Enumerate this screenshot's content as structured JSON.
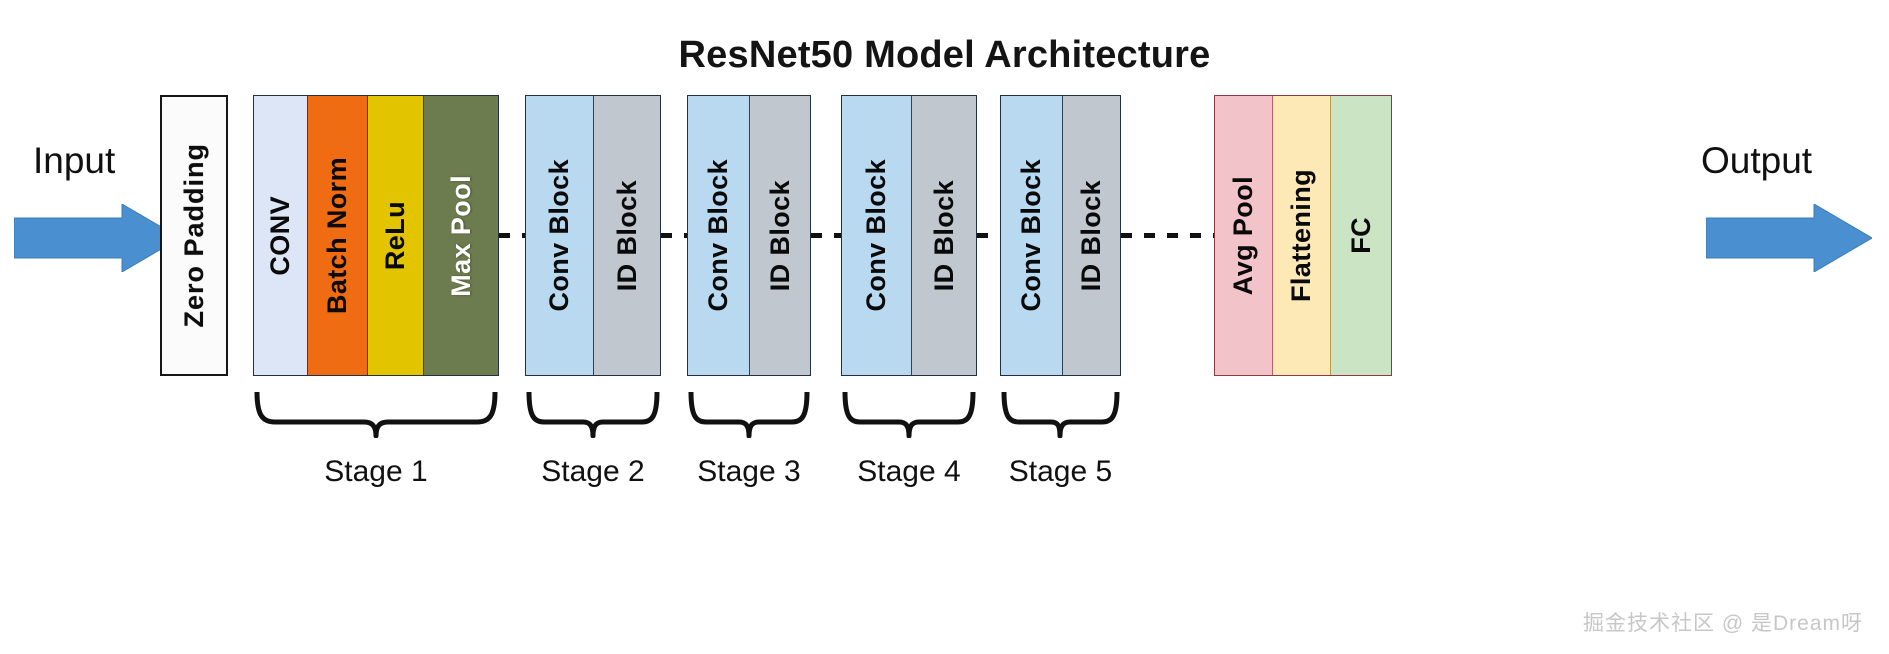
{
  "diagram": {
    "title": "ResNet50 Model Architecture",
    "input_label": "Input",
    "output_label": "Output",
    "watermark": "掘金技术社区 @ 是Dream呀",
    "colors": {
      "arrow_blue": "#4a90d0",
      "conv": "#dce6f6",
      "batch_norm": "#ef6c12",
      "relu": "#e3c400",
      "max_pool": "#6d7c4e",
      "conv_block": "#b8d9ef",
      "id_block": "#c1c7ce",
      "avg_pool": "#f3c3ca",
      "flattening": "#fce9b6",
      "fc": "#cbe4c4",
      "zero_padding": "#fbfbfb",
      "border": "#22303f",
      "dash_line": "#111111",
      "watermark": "#c7c7c7"
    },
    "zero_padding": {
      "label": "Zero  Padding"
    },
    "stage1": {
      "cells": [
        {
          "label": "CONV",
          "fill": "#dce6f6",
          "text": "dark",
          "width": 54
        },
        {
          "label": "Batch Norm",
          "fill": "#ef6c12",
          "text": "dark",
          "width": 60
        },
        {
          "label": "ReLu",
          "fill": "#e3c400",
          "text": "dark",
          "width": 56
        },
        {
          "label": "Max Pool",
          "fill": "#6d7c4e",
          "text": "light",
          "width": 74
        }
      ]
    },
    "res_stages": [
      {
        "cells": [
          {
            "label": "Conv Block",
            "fill": "#b8d9ef",
            "text": "dark",
            "width": 62
          },
          {
            "label": "ID Block",
            "fill": "#c1c7ce",
            "text": "dark",
            "width": 60
          }
        ]
      },
      {
        "cells": [
          {
            "label": "Conv Block",
            "fill": "#b8d9ef",
            "text": "dark",
            "width": 62
          },
          {
            "label": "ID Block",
            "fill": "#c1c7ce",
            "text": "dark",
            "width": 60
          }
        ]
      },
      {
        "cells": [
          {
            "label": "Conv Block",
            "fill": "#b8d9ef",
            "text": "dark",
            "width": 62
          },
          {
            "label": "ID Block",
            "fill": "#c1c7ce",
            "text": "dark",
            "width": 60
          }
        ]
      },
      {
        "cells": [
          {
            "label": "Conv Block",
            "fill": "#b8d9ef",
            "text": "dark",
            "width": 62
          },
          {
            "label": "ID Block",
            "fill": "#c1c7ce",
            "text": "dark",
            "width": 60
          }
        ]
      }
    ],
    "head": {
      "cells": [
        {
          "label": "Avg Pool",
          "fill": "#f3c3ca",
          "text": "dark",
          "width": 58
        },
        {
          "label": "Flattening",
          "fill": "#fce9b6",
          "text": "dark",
          "width": 58
        },
        {
          "label": "FC",
          "fill": "#cbe4c4",
          "text": "dark",
          "width": 62
        }
      ]
    },
    "stage_labels": [
      {
        "label": "Stage 1"
      },
      {
        "label": "Stage 2"
      },
      {
        "label": "Stage 3"
      },
      {
        "label": "Stage 4"
      },
      {
        "label": "Stage 5"
      }
    ]
  }
}
